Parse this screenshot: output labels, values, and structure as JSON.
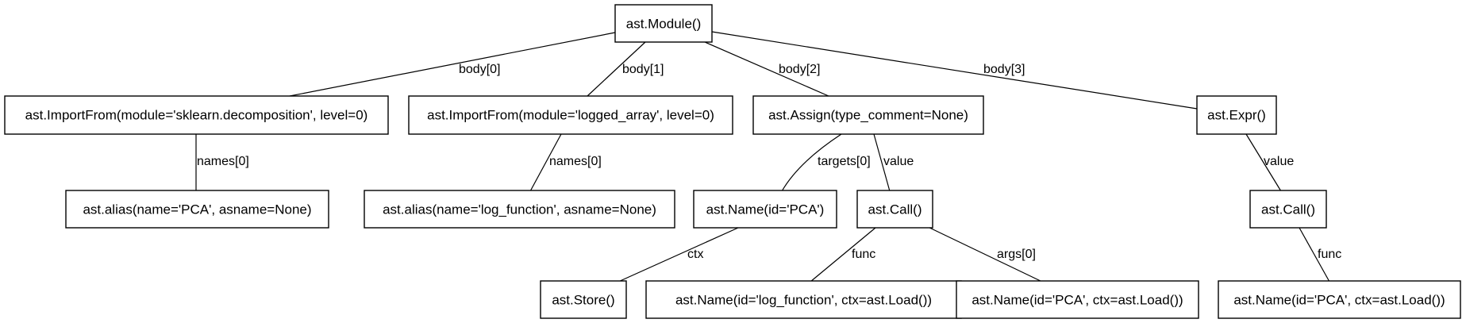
{
  "nodes": {
    "module": "ast.Module()",
    "importfrom_sklearn": "ast.ImportFrom(module='sklearn.decomposition', level=0)",
    "importfrom_logged": "ast.ImportFrom(module='logged_array', level=0)",
    "assign": "ast.Assign(type_comment=None)",
    "expr": "ast.Expr()",
    "alias_pca": "ast.alias(name='PCA', asname=None)",
    "alias_log": "ast.alias(name='log_function', asname=None)",
    "name_pca_store": "ast.Name(id='PCA')",
    "call_assign": "ast.Call()",
    "call_expr": "ast.Call()",
    "store": "ast.Store()",
    "name_log_load": "ast.Name(id='log_function', ctx=ast.Load())",
    "name_pca_load_arg": "ast.Name(id='PCA', ctx=ast.Load())",
    "name_pca_load_func": "ast.Name(id='PCA', ctx=ast.Load())"
  },
  "edges": {
    "module_body0": "body[0]",
    "module_body1": "body[1]",
    "module_body2": "body[2]",
    "module_body3": "body[3]",
    "importfrom_sklearn_names0": "names[0]",
    "importfrom_logged_names0": "names[0]",
    "assign_targets0": "targets[0]",
    "assign_value": "value",
    "expr_value": "value",
    "name_pca_ctx": "ctx",
    "call_func": "func",
    "call_args0": "args[0]",
    "call_expr_func": "func"
  }
}
